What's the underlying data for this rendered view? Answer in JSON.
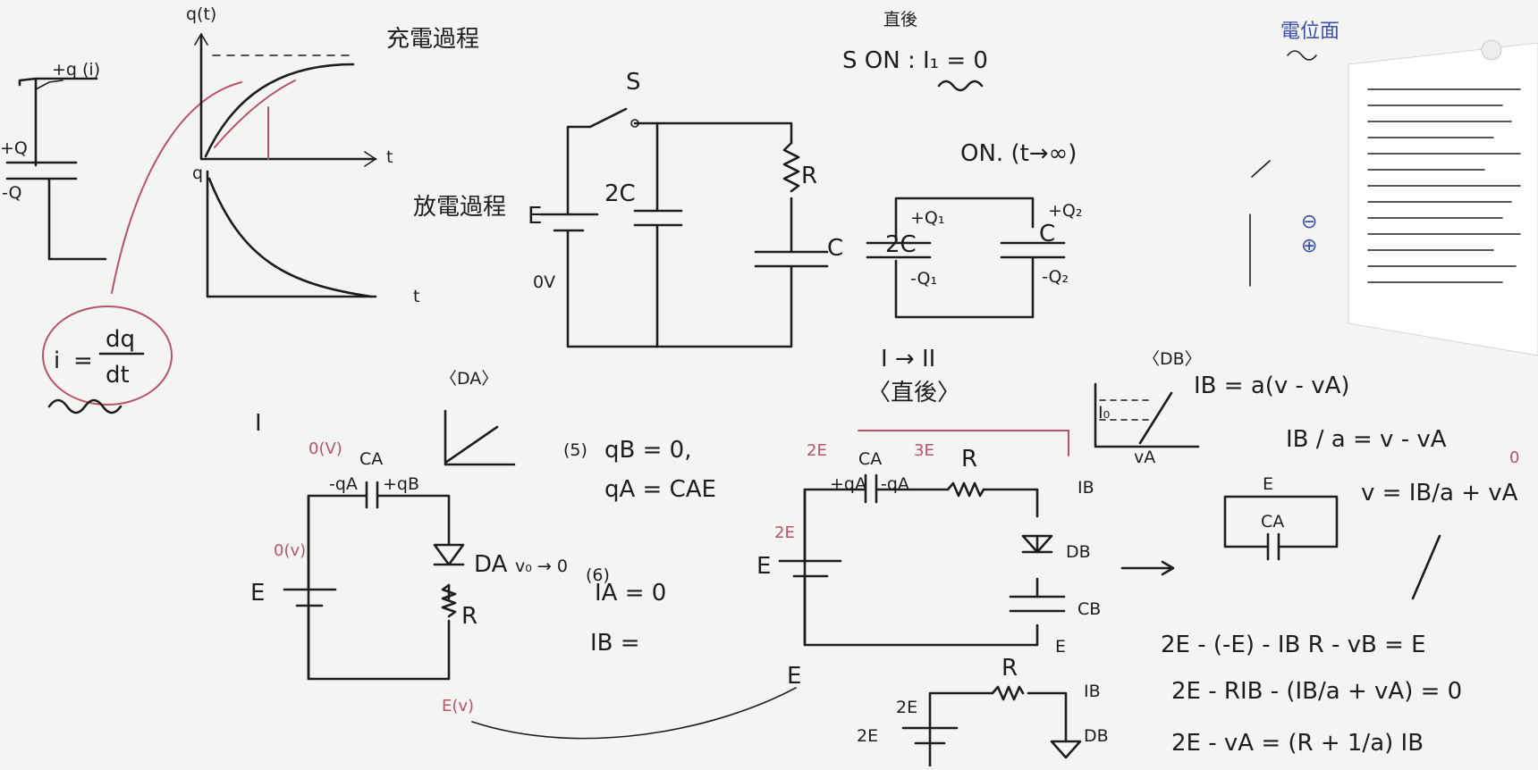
{
  "board": {
    "title_charge": "充電過程",
    "title_discharge": "放電過程",
    "q_of_t": "q(t)",
    "t_axis": "t",
    "q_axis": "q",
    "plus_q_i": "+q (i)",
    "plus_Q": "+Q",
    "minus_Q": "-Q",
    "current_eq_i": "i",
    "current_eq_num": "dq",
    "current_eq_den": "dt",
    "switch_S": "S",
    "cap_2C": "2C",
    "cap_C": "C",
    "res_R": "R",
    "batt_E": "E",
    "zero_v": "0V",
    "direct": "直後",
    "son_i1": "S ON : I₁ = 0",
    "on_tinf": "ON. (t→∞)",
    "q1_plus": "+Q₁",
    "q1_minus": "-Q₁",
    "q2_plus": "+Q₂",
    "q2_minus": "-Q₂",
    "label_2C": "2C",
    "label_C2": "C",
    "potential": "電位面",
    "circle_minus": "⊖",
    "circle_plus": "⊕",
    "roman_I": "I",
    "DA_graph": "〈DA〉",
    "step5": "(5)",
    "qB0": "qB = 0,",
    "qA_CAE": "qA = CAE",
    "step6": "(6)",
    "IA0": "IA = 0",
    "IB_eq": "IB =",
    "CA": "CA",
    "minus_qA": "-qA",
    "plus_qB": "+qB",
    "DA": "DA",
    "vA_to_0": "v₀ → 0",
    "R_left": "R",
    "E_left": "E",
    "E_v": "E(v)",
    "pot_0": "0(V)",
    "pot_0v": "0(v)",
    "I_to_II": "I → II",
    "direct2": "〈直後〉",
    "CA2": "CA",
    "plus_qA": "+qA",
    "minus_qA2": "-qA",
    "R_mid": "R",
    "IB": "IB",
    "DB": "DB",
    "CB": "CB",
    "E_mid": "E",
    "E_mid2": "E",
    "E_bottom": "E",
    "red_2E_a": "2E",
    "red_3E": "3E",
    "red_2E_b": "2E",
    "DB_graph": "〈DB〉",
    "IB_a": "IB = a(v - vA)",
    "I0": "I₀",
    "vA_axis": "vA",
    "IB_over_a": "IB / a = v - vA",
    "v_eq": "v = IB/a + vA",
    "red_zero": "0",
    "E_box": "E",
    "CA_box": "CA",
    "eq1": "2E - (-E) - IB R - vB = E",
    "eq2": "2E - RIB - (IB/a + vA) = 0",
    "eq3": "2E - vA = (R + 1/a) IB",
    "R_bot": "R",
    "IB_bot": "IB",
    "DB_bot": "DB",
    "twoE_bot": "2E",
    "twoE_bot2": "2E"
  },
  "colors": {
    "board": "#f4f4f2",
    "ink": "#1d1d1d",
    "red": "#b8546a",
    "blue": "#3b4fa8"
  }
}
